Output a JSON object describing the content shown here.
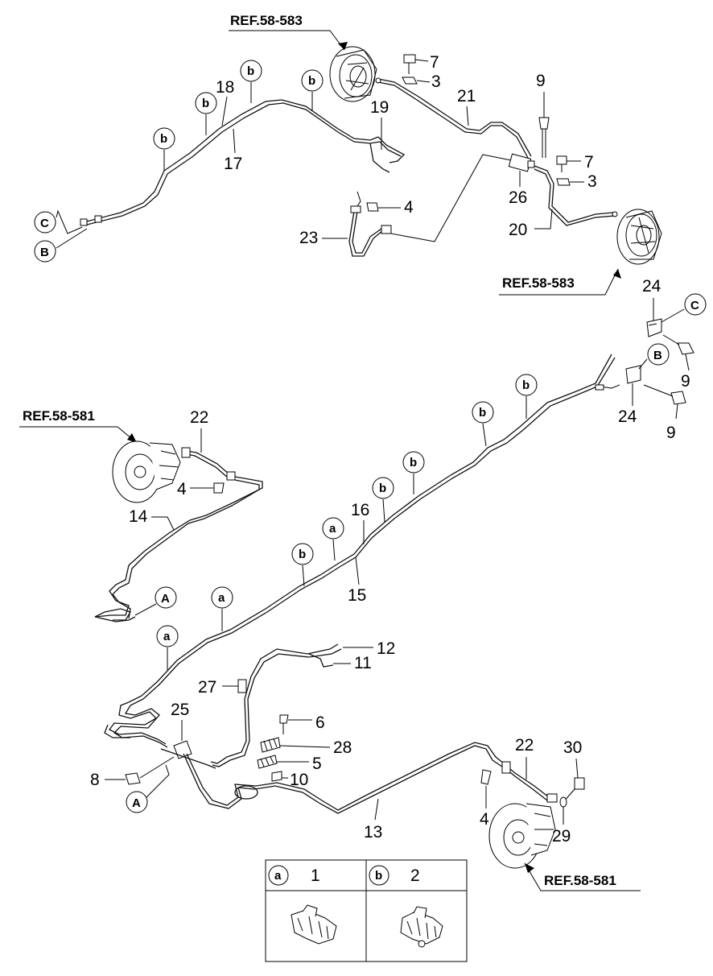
{
  "references": {
    "rear_top": "REF.58-583",
    "rear_right": "REF.58-583",
    "front_left": "REF.58-581",
    "front_right": "REF.58-581"
  },
  "callout_letters": {
    "A": "A",
    "B": "B",
    "C": "C",
    "a": "a",
    "b": "b"
  },
  "part_numbers": {
    "p1": "1",
    "p2": "2",
    "p3": "3",
    "p4": "4",
    "p5": "5",
    "p6": "6",
    "p7": "7",
    "p8": "8",
    "p9": "9",
    "p10": "10",
    "p11": "11",
    "p12": "12",
    "p13": "13",
    "p14": "14",
    "p15": "15",
    "p16": "16",
    "p17": "17",
    "p18": "18",
    "p19": "19",
    "p20": "20",
    "p21": "21",
    "p22": "22",
    "p23": "23",
    "p24": "24",
    "p25": "25",
    "p26": "26",
    "p27": "27",
    "p28": "28",
    "p29": "29",
    "p30": "30"
  },
  "legend_table": {
    "col_a_letter": "a",
    "col_a_part": "1",
    "col_b_letter": "b",
    "col_b_part": "2"
  }
}
